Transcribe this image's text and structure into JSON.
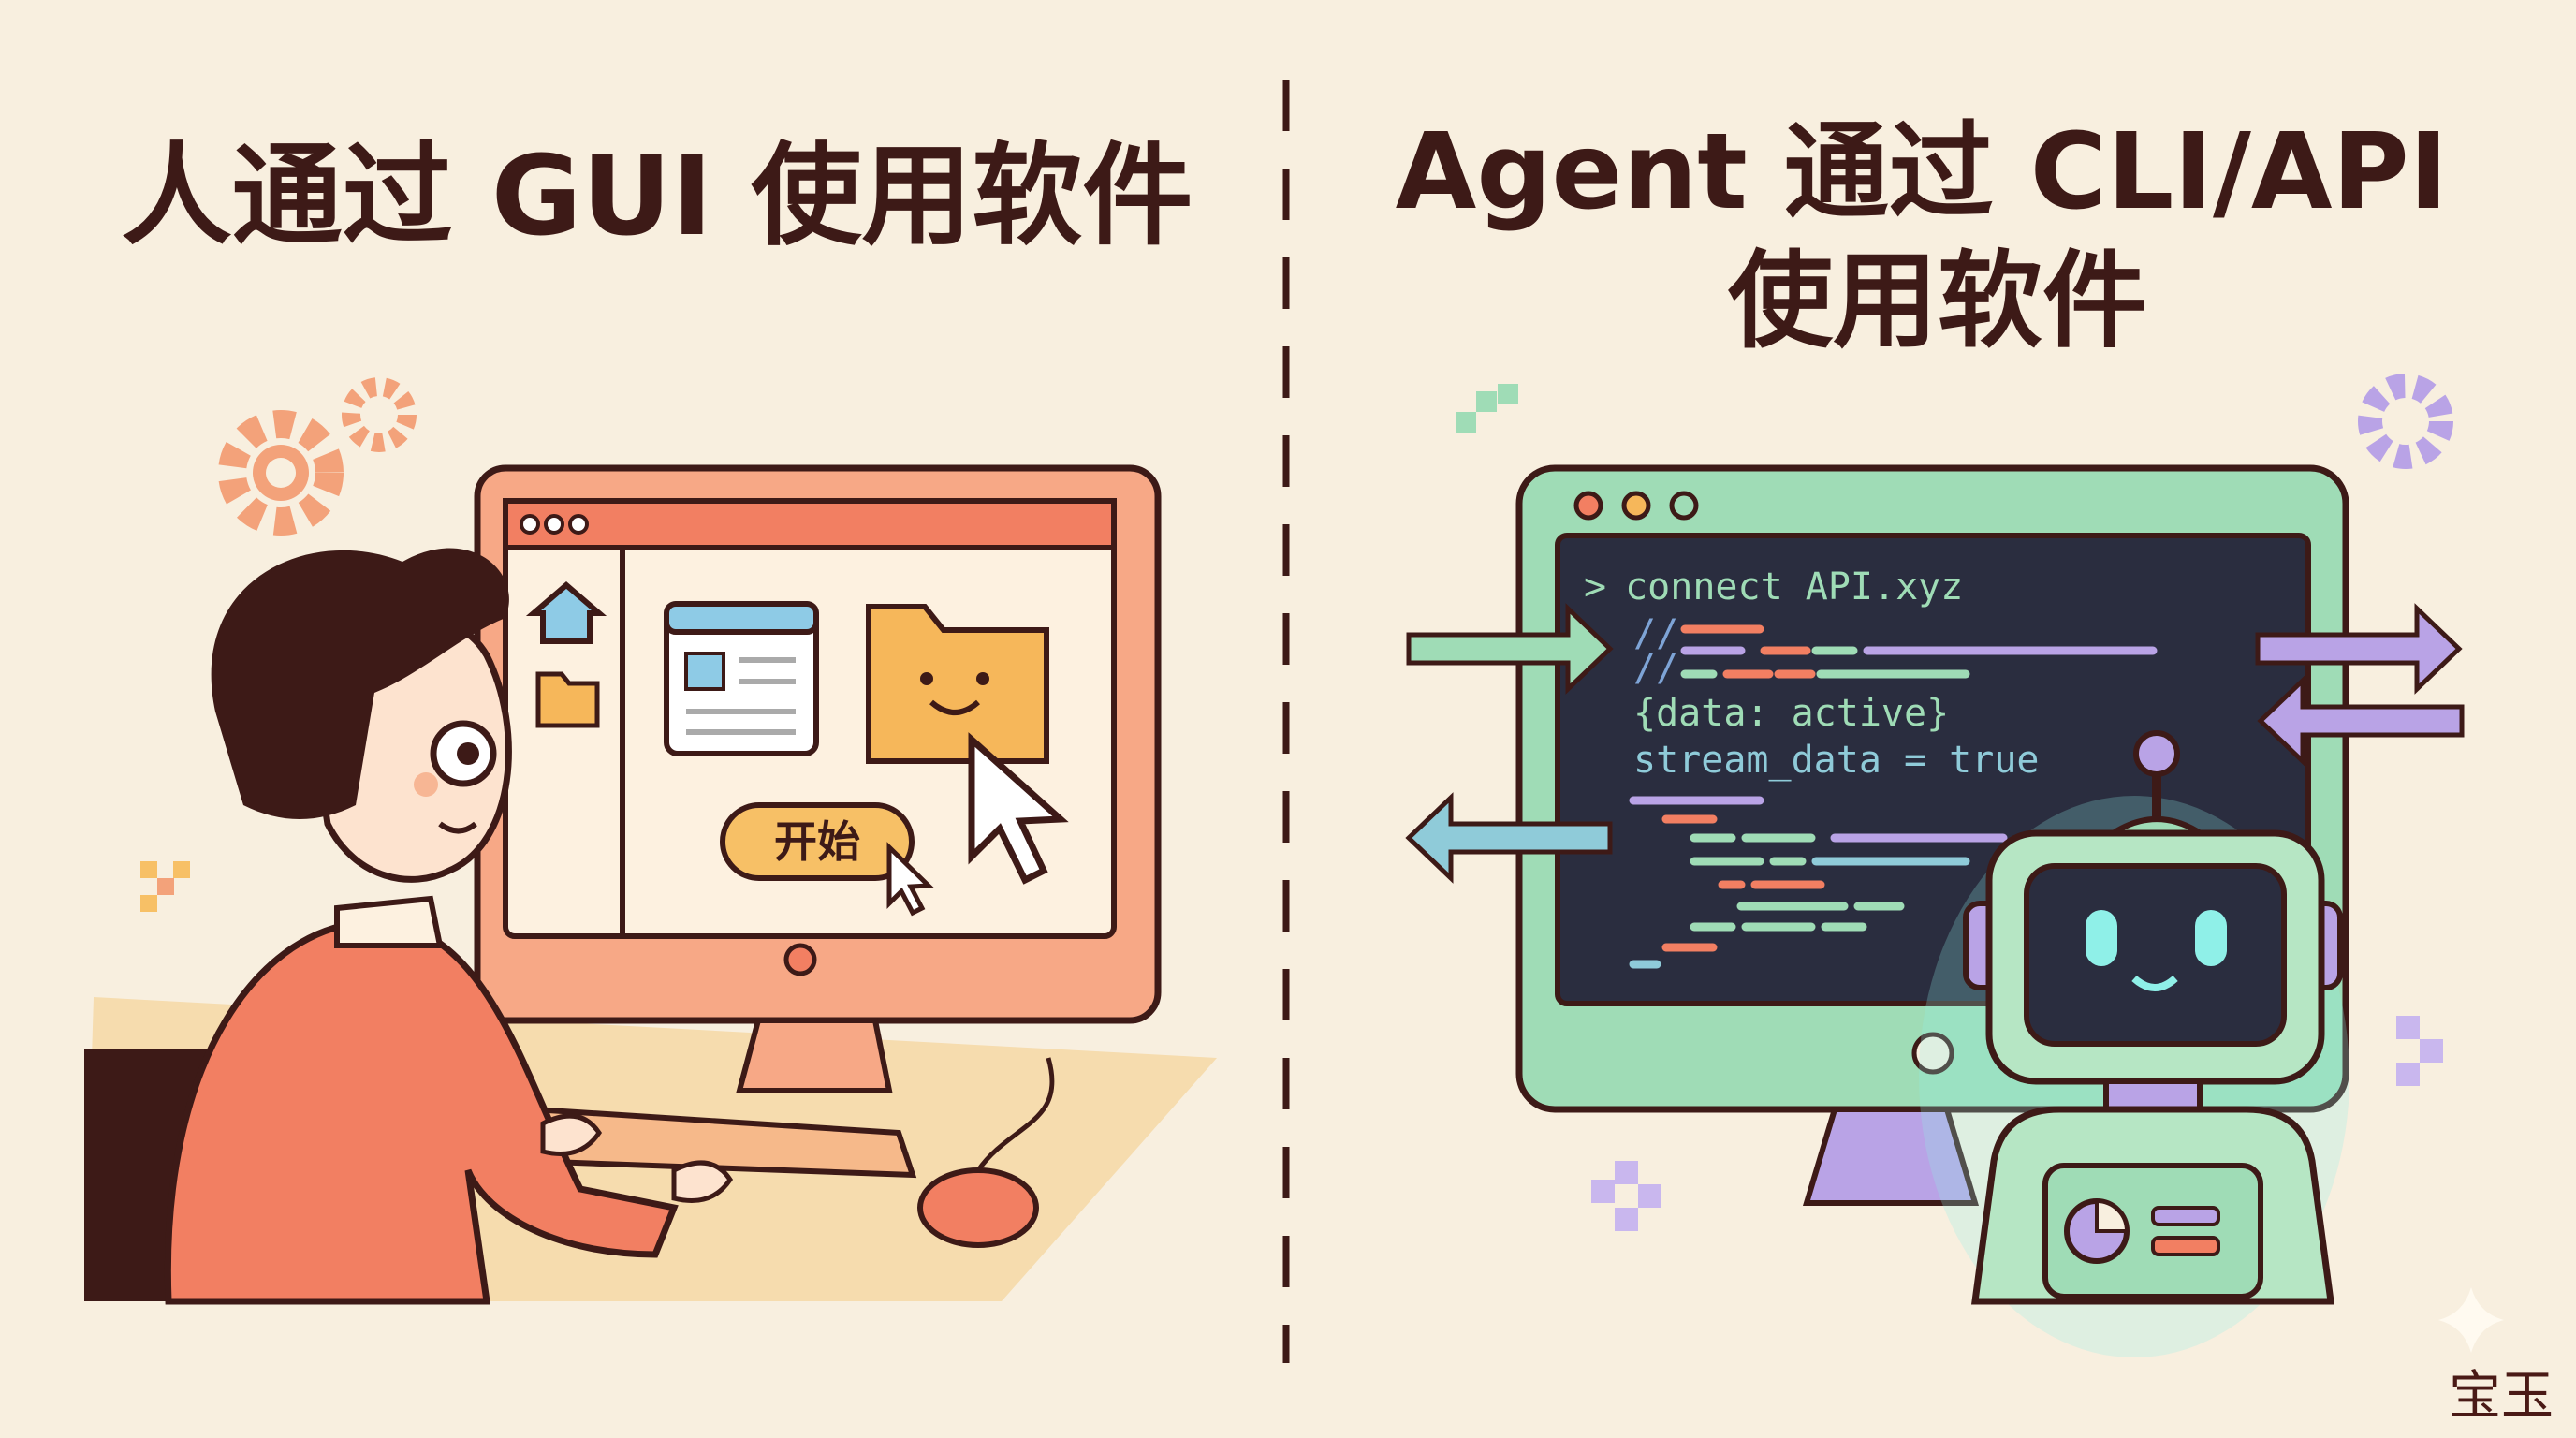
{
  "left": {
    "title": "人通过 GUI 使用软件",
    "button_label": "开始",
    "accent": "#f07a5c"
  },
  "right": {
    "title_line1": "Agent 通过 CLI/API",
    "title_line2": "使用软件",
    "accent": "#9fdcb6",
    "terminal": {
      "prompt": ">",
      "lines": [
        "connect API.xyz",
        "//",
        "//",
        "{data: active}",
        "stream_data = true"
      ]
    }
  },
  "signature": "宝玉",
  "icons": [
    "gear-icon",
    "home-icon",
    "folder-icon",
    "window-icon",
    "cursor-icon",
    "robot-icon",
    "arrow-icon",
    "sparkle-icon"
  ]
}
